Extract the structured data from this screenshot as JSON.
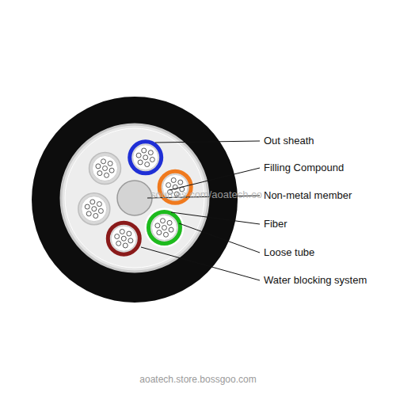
{
  "diagram": {
    "labels": [
      "Out sheath",
      "Filling Compound",
      "Non-metal member",
      "Fiber",
      "Loose tube",
      "Water blocking system",
      "sources.com/aoatech.co",
      "aoatech.store.bossgoo.com"
    ]
  }
}
